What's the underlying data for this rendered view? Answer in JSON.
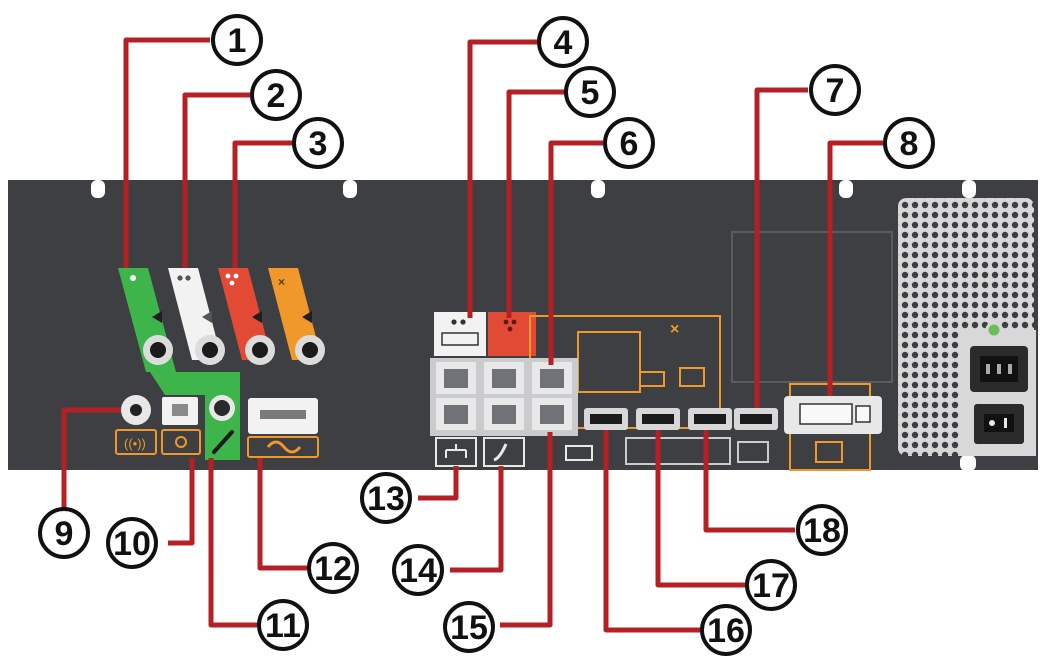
{
  "colors": {
    "panel": "#3d3f43",
    "leader": "#b52025",
    "mic_green": "#3db54a",
    "line_white": "#f2f2f2",
    "speaker_red": "#e24a36",
    "orange": "#f0982a",
    "port_gray": "#c9cbcd",
    "jack_gray": "#7b7e82",
    "psu_mesh": "#d8d8d8"
  },
  "callouts": [
    {
      "id": 1,
      "label": "1",
      "target": "microphone-in-jack"
    },
    {
      "id": 2,
      "label": "2",
      "target": "line-out-jack"
    },
    {
      "id": 3,
      "label": "3",
      "target": "speaker-out-jack"
    },
    {
      "id": 4,
      "label": "4",
      "target": "line-out-label"
    },
    {
      "id": 5,
      "label": "5",
      "target": "speaker-label"
    },
    {
      "id": 6,
      "label": "6",
      "target": "camera-network-port"
    },
    {
      "id": 7,
      "label": "7",
      "target": "hdmi-port"
    },
    {
      "id": 8,
      "label": "8",
      "target": "dvi-port"
    },
    {
      "id": 9,
      "label": "9",
      "target": "power-jack"
    },
    {
      "id": 10,
      "label": "10",
      "target": "phone-port"
    },
    {
      "id": 11,
      "label": "11",
      "target": "mic-port"
    },
    {
      "id": 12,
      "label": "12",
      "target": "usb-port"
    },
    {
      "id": 13,
      "label": "13",
      "target": "lan-port"
    },
    {
      "id": 14,
      "label": "14",
      "target": "phone-lan-port"
    },
    {
      "id": 15,
      "label": "15",
      "target": "camera-port"
    },
    {
      "id": 16,
      "label": "16",
      "target": "hdmi-in-1"
    },
    {
      "id": 17,
      "label": "17",
      "target": "hdmi-in-2"
    },
    {
      "id": 18,
      "label": "18",
      "target": "hdmi-in-3"
    }
  ],
  "icons": {
    "mic": "microphone-icon",
    "speaker": "speaker-icon",
    "camera": "camera-icon",
    "network": "network-icon",
    "phone": "phone-icon",
    "power": "power-socket-icon"
  }
}
